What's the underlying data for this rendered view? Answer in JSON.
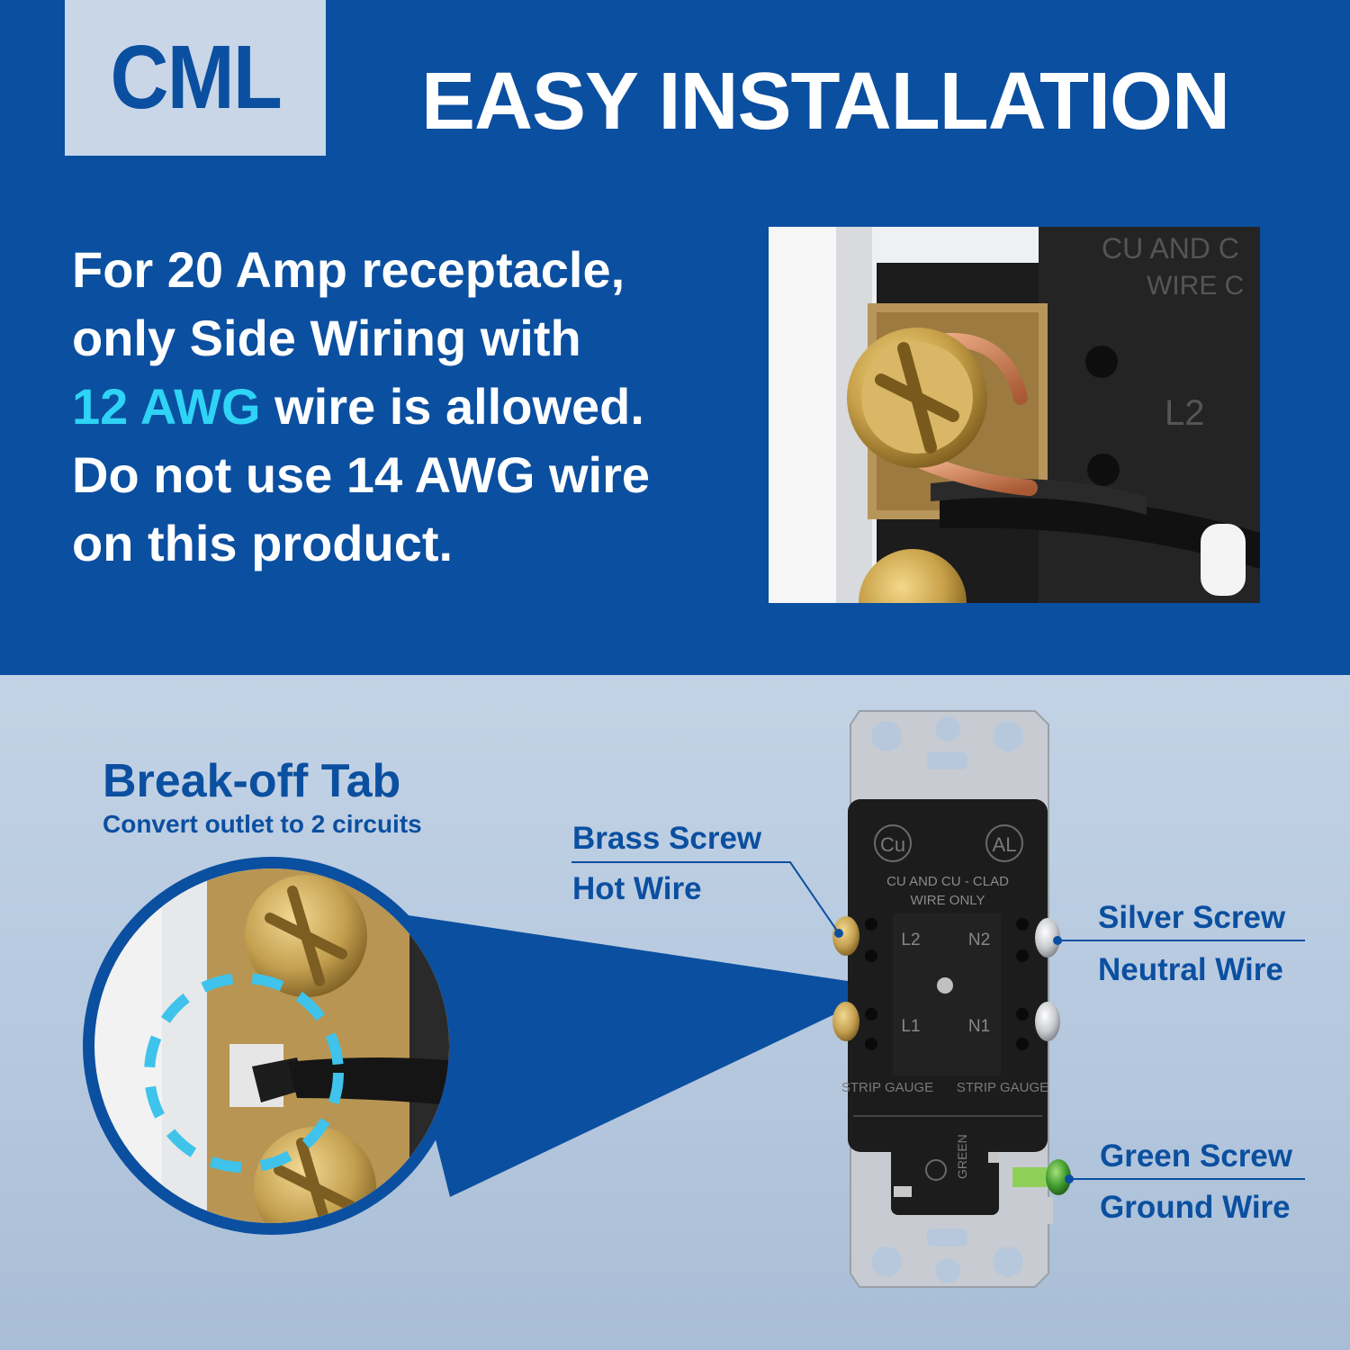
{
  "brand": {
    "logo_text": "CML"
  },
  "header": {
    "title": "EASY INSTALLATION"
  },
  "note": {
    "line1": "For 20 Amp receptacle,",
    "line2": "only Side Wiring with",
    "line3_highlight": "12 AWG",
    "line3_rest": " wire is allowed.",
    "line4": "Do not use 14 AWG wire",
    "line5": "on this product."
  },
  "breakoff": {
    "title": "Break-off Tab",
    "subtitle": "Convert outlet to 2 circuits"
  },
  "callouts": {
    "brass_screw": "Brass Screw",
    "hot_wire": "Hot Wire",
    "silver_screw": "Silver Screw",
    "neutral_wire": "Neutral Wire",
    "green_screw": "Green Screw",
    "ground_wire": "Ground Wire"
  },
  "photo_text": {
    "line1": "CU AND C",
    "line2": "WIRE C",
    "terminal": "L2"
  },
  "outlet_marks": {
    "cu": "Cu",
    "al": "AL",
    "wire_line1": "CU AND CU - CLAD",
    "wire_line2": "WIRE ONLY",
    "l2": "L2",
    "n2": "N2",
    "l1": "L1",
    "n1": "N1",
    "strip_left": "STRIP GAUGE",
    "strip_right": "STRIP GAUGE",
    "green": "GREEN"
  },
  "colors": {
    "brand_blue": "#0b4fa0",
    "highlight_cyan": "#2ed3f5",
    "dashed_ring": "#3fc3ea"
  }
}
